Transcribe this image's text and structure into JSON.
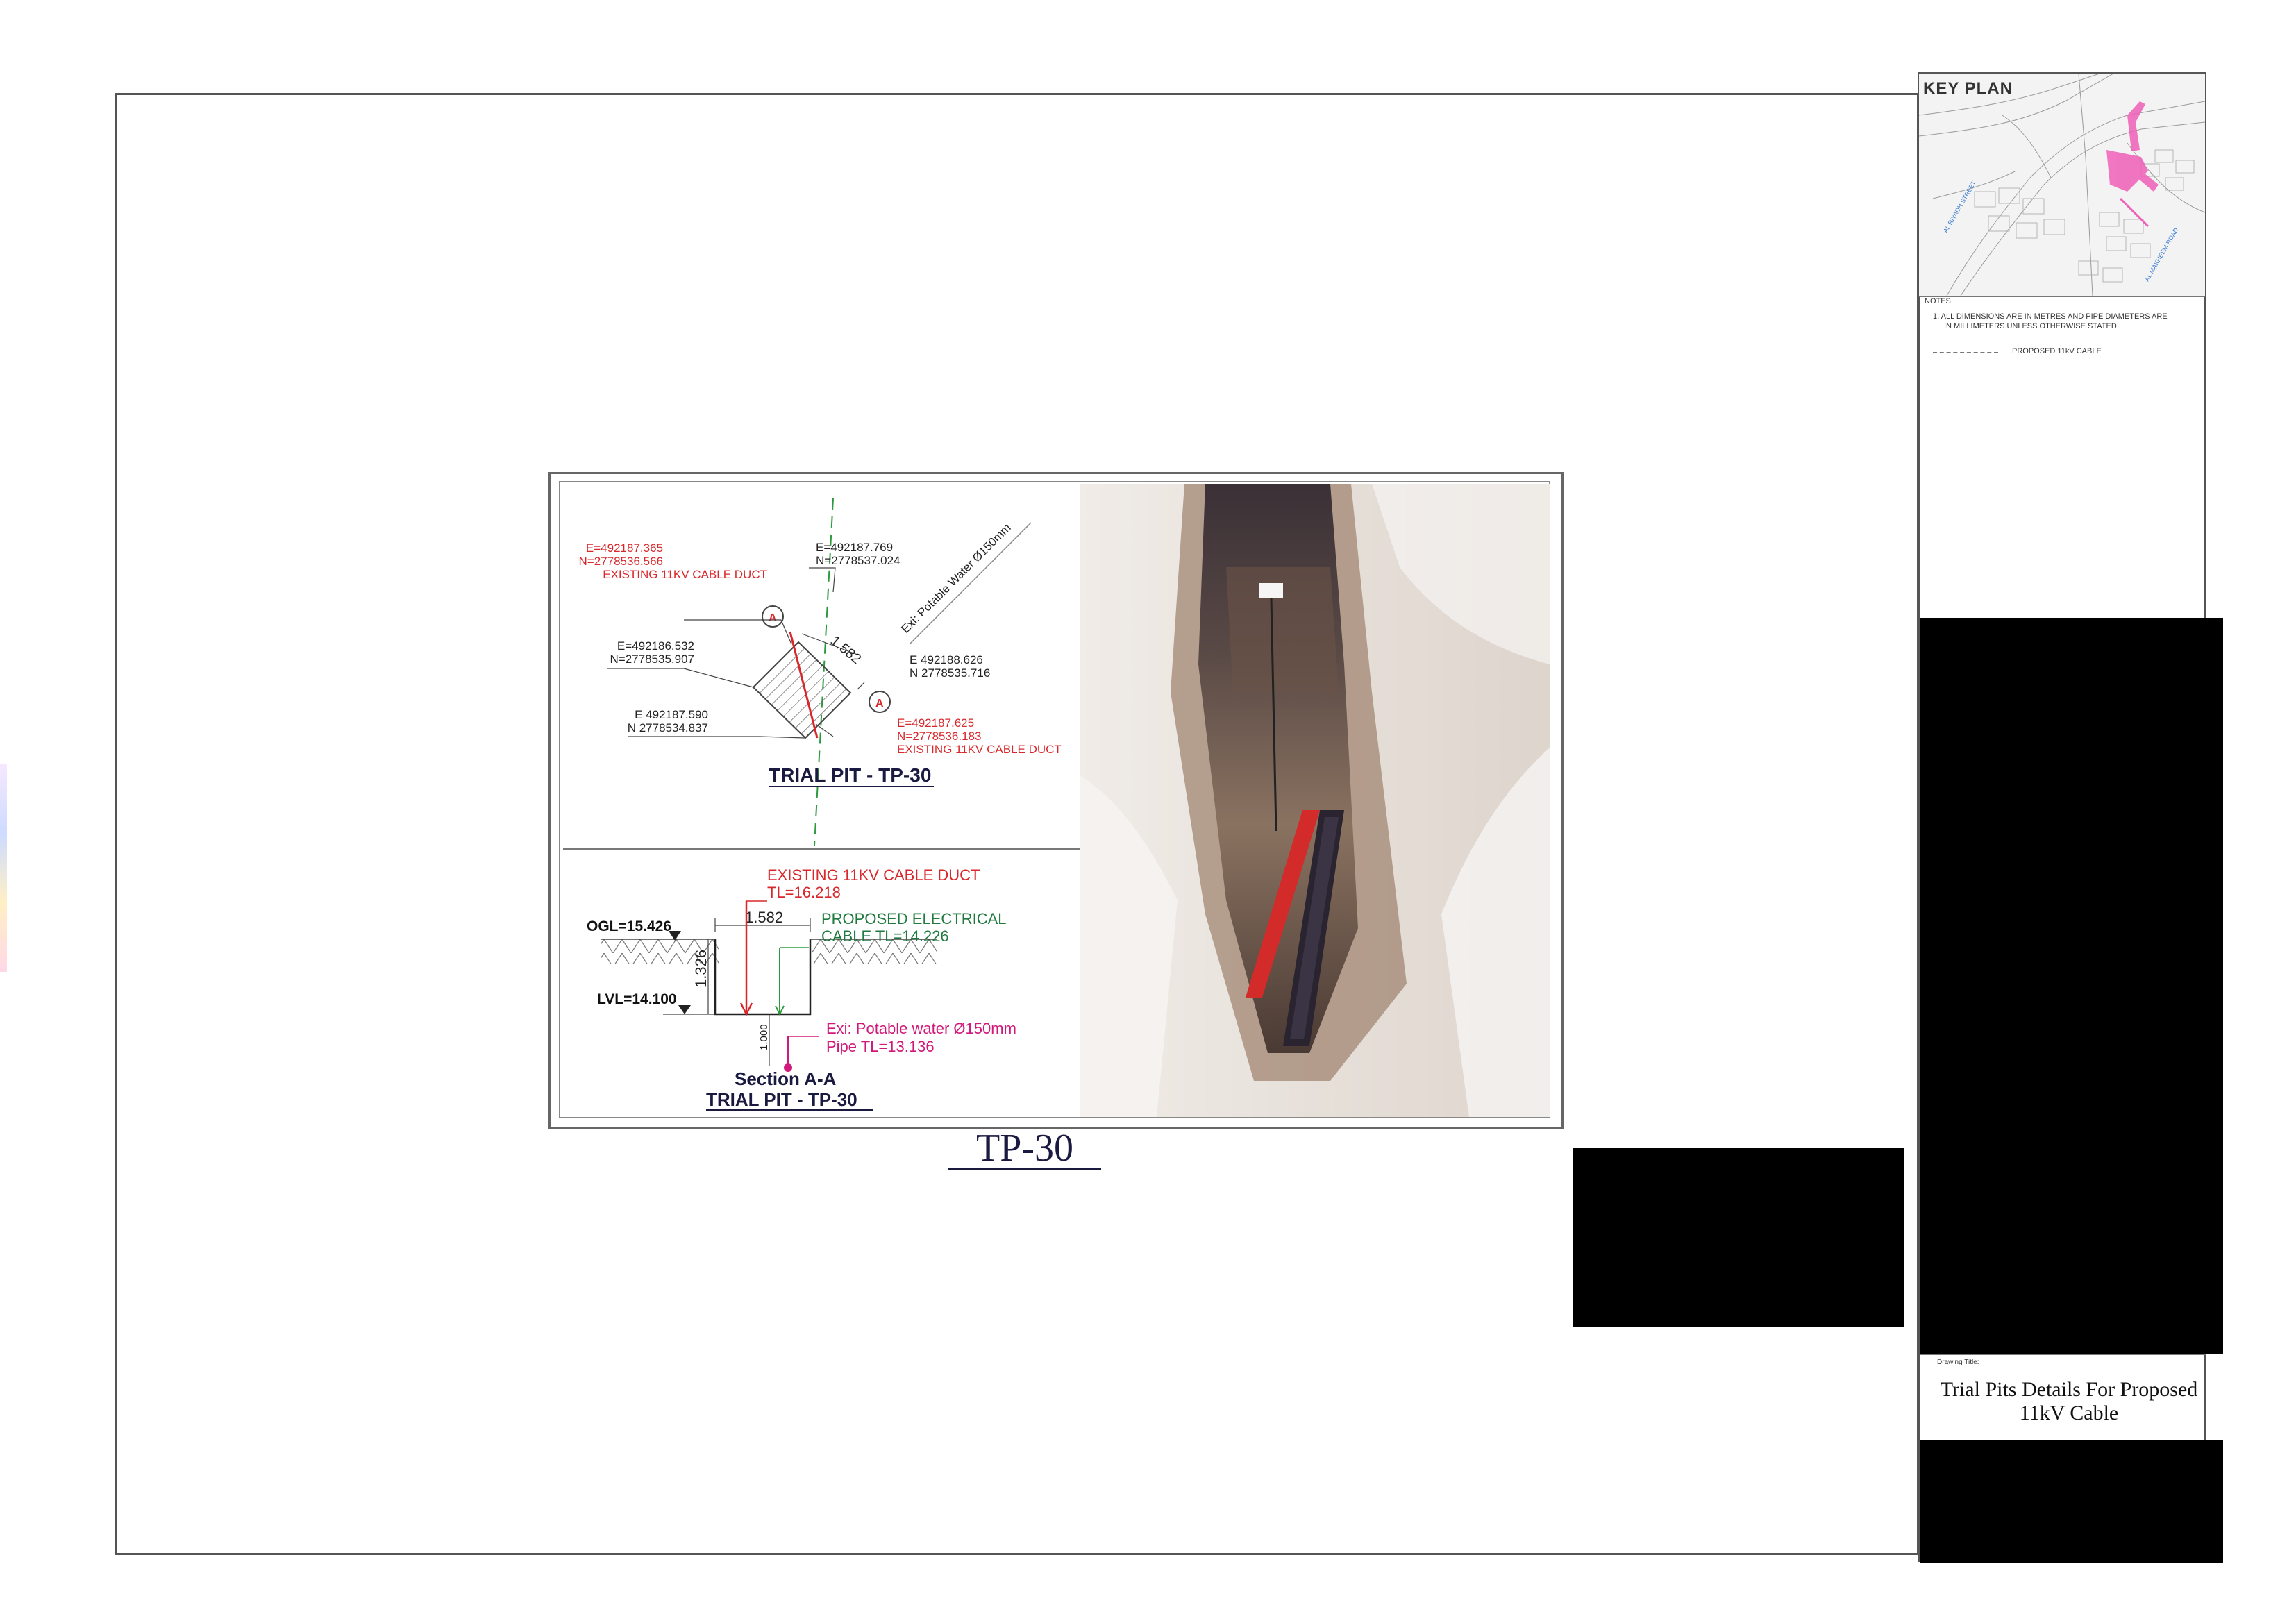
{
  "keyplan": {
    "title": "KEY PLAN",
    "road_label_1": "AL RIYADH STREET",
    "road_label_2": "AL MAKHEEM ROAD"
  },
  "notes": {
    "heading": "NOTES",
    "note_1": "1. ALL DIMENSIONS ARE IN METRES AND PIPE DIAMETERS ARE",
    "note_1b": "IN MILLIMETERS UNLESS OTHERWISE STATED",
    "legend_label": "PROPOSED 11kV CABLE"
  },
  "title_block": {
    "drawing_title_label": "Drawing Title:",
    "drawing_title_line1": "Trial Pits Details For Proposed",
    "drawing_title_line2": "11kV Cable"
  },
  "figure_caption": "TP-30",
  "plan": {
    "coord_red_top": [
      "E=492187.365",
      "N=2778536.566",
      "EXISTING 11KV CABLE DUCT"
    ],
    "coord_top": [
      "E=492187.769",
      "N=2778537.024"
    ],
    "coord_left": [
      "E=492186.532",
      "N=2778535.907"
    ],
    "coord_right": [
      "E 492188.626",
      "N 2778535.716"
    ],
    "coord_bottom_left": [
      "E 492187.590",
      "N 2778534.837"
    ],
    "coord_red_bottom": [
      "E=492187.625",
      "N=2778536.183",
      "EXISTING 11KV CABLE DUCT"
    ],
    "water_pipe_label": "Exi: Potable Water Ø150mm",
    "dimension": "1.582",
    "section_marker": "A",
    "title": "TRIAL PIT -  TP-30"
  },
  "section": {
    "existing_duct": "EXISTING 11KV CABLE DUCT",
    "existing_duct_tl": "TL=16.218",
    "proposed_cable_1": "PROPOSED ELECTRICAL",
    "proposed_cable_2": "CABLE TL=14.226",
    "ogl": "OGL=15.426",
    "lvl": "LVL=14.100",
    "width_dim": "1.582",
    "depth_dim": "1.326",
    "lower_dim": "1.000",
    "water_1": "Exi: Potable water Ø150mm",
    "water_2": "Pipe TL=13.136",
    "title_1": "Section A-A",
    "title_2": "TRIAL PIT - TP-30"
  },
  "colors": {
    "red": "#d8282c",
    "green": "#1f7a3e",
    "magenta": "#d0197a",
    "navy": "#1a1a40",
    "keyplan_pink": "#f060b8"
  }
}
